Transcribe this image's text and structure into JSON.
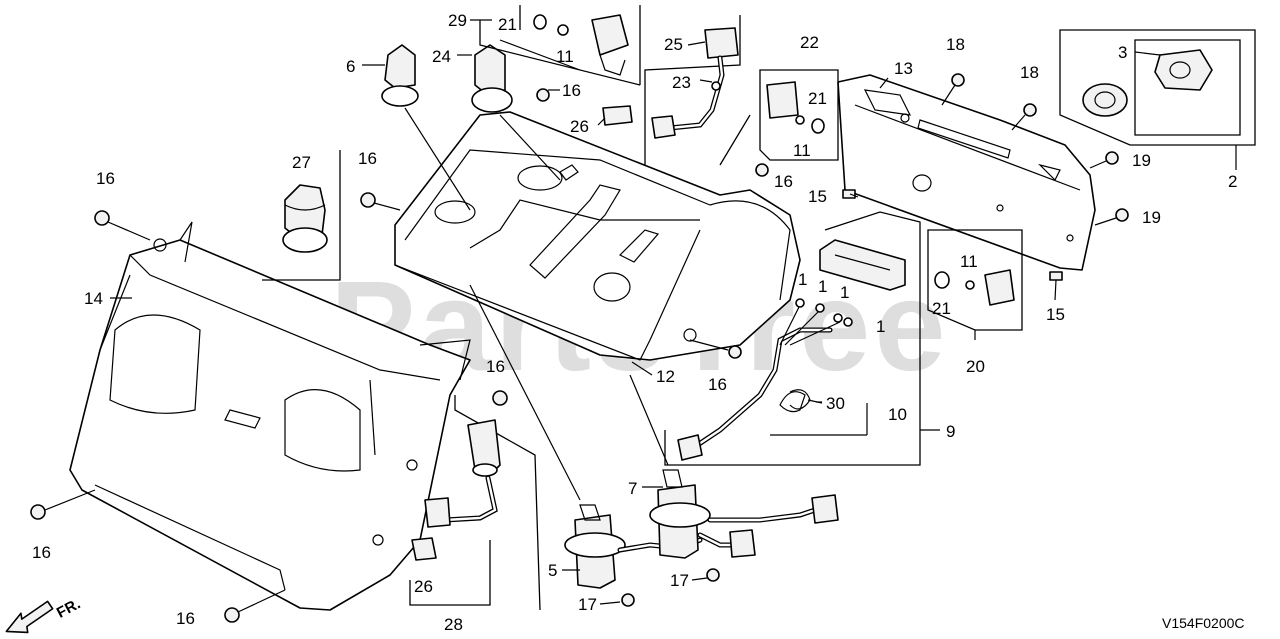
{
  "diagram": {
    "watermark": "PartsTree",
    "diagram_code": "V154F0200C",
    "direction_label": "FR.",
    "callouts": [
      {
        "id": "c-29",
        "label": "29"
      },
      {
        "id": "c-21a",
        "label": "21"
      },
      {
        "id": "c-11a",
        "label": "11"
      },
      {
        "id": "c-25",
        "label": "25"
      },
      {
        "id": "c-22",
        "label": "22"
      },
      {
        "id": "c-18a",
        "label": "18"
      },
      {
        "id": "c-3",
        "label": "3"
      },
      {
        "id": "c-6",
        "label": "6"
      },
      {
        "id": "c-24",
        "label": "24"
      },
      {
        "id": "c-16a",
        "label": "16"
      },
      {
        "id": "c-23",
        "label": "23"
      },
      {
        "id": "c-13",
        "label": "13"
      },
      {
        "id": "c-18b",
        "label": "18"
      },
      {
        "id": "c-21b",
        "label": "21"
      },
      {
        "id": "c-26a",
        "label": "26"
      },
      {
        "id": "c-11b",
        "label": "11"
      },
      {
        "id": "c-27",
        "label": "27"
      },
      {
        "id": "c-16b",
        "label": "16"
      },
      {
        "id": "c-16c",
        "label": "16"
      },
      {
        "id": "c-16d",
        "label": "16"
      },
      {
        "id": "c-15a",
        "label": "15"
      },
      {
        "id": "c-19a",
        "label": "19"
      },
      {
        "id": "c-2",
        "label": "2"
      },
      {
        "id": "c-19b",
        "label": "19"
      },
      {
        "id": "c-14",
        "label": "14"
      },
      {
        "id": "c-1a",
        "label": "1"
      },
      {
        "id": "c-1b",
        "label": "1"
      },
      {
        "id": "c-1c",
        "label": "1"
      },
      {
        "id": "c-11c",
        "label": "11"
      },
      {
        "id": "c-1d",
        "label": "1"
      },
      {
        "id": "c-21c",
        "label": "21"
      },
      {
        "id": "c-15b",
        "label": "15"
      },
      {
        "id": "c-20",
        "label": "20"
      },
      {
        "id": "c-16e",
        "label": "16"
      },
      {
        "id": "c-12",
        "label": "12"
      },
      {
        "id": "c-16f",
        "label": "16"
      },
      {
        "id": "c-30",
        "label": "30"
      },
      {
        "id": "c-10",
        "label": "10"
      },
      {
        "id": "c-9",
        "label": "9"
      },
      {
        "id": "c-7",
        "label": "7"
      },
      {
        "id": "c-16g",
        "label": "16"
      },
      {
        "id": "c-5",
        "label": "5"
      },
      {
        "id": "c-17a",
        "label": "17"
      },
      {
        "id": "c-17b",
        "label": "17"
      },
      {
        "id": "c-26b",
        "label": "26"
      },
      {
        "id": "c-28",
        "label": "28"
      },
      {
        "id": "c-16h",
        "label": "16"
      }
    ]
  }
}
